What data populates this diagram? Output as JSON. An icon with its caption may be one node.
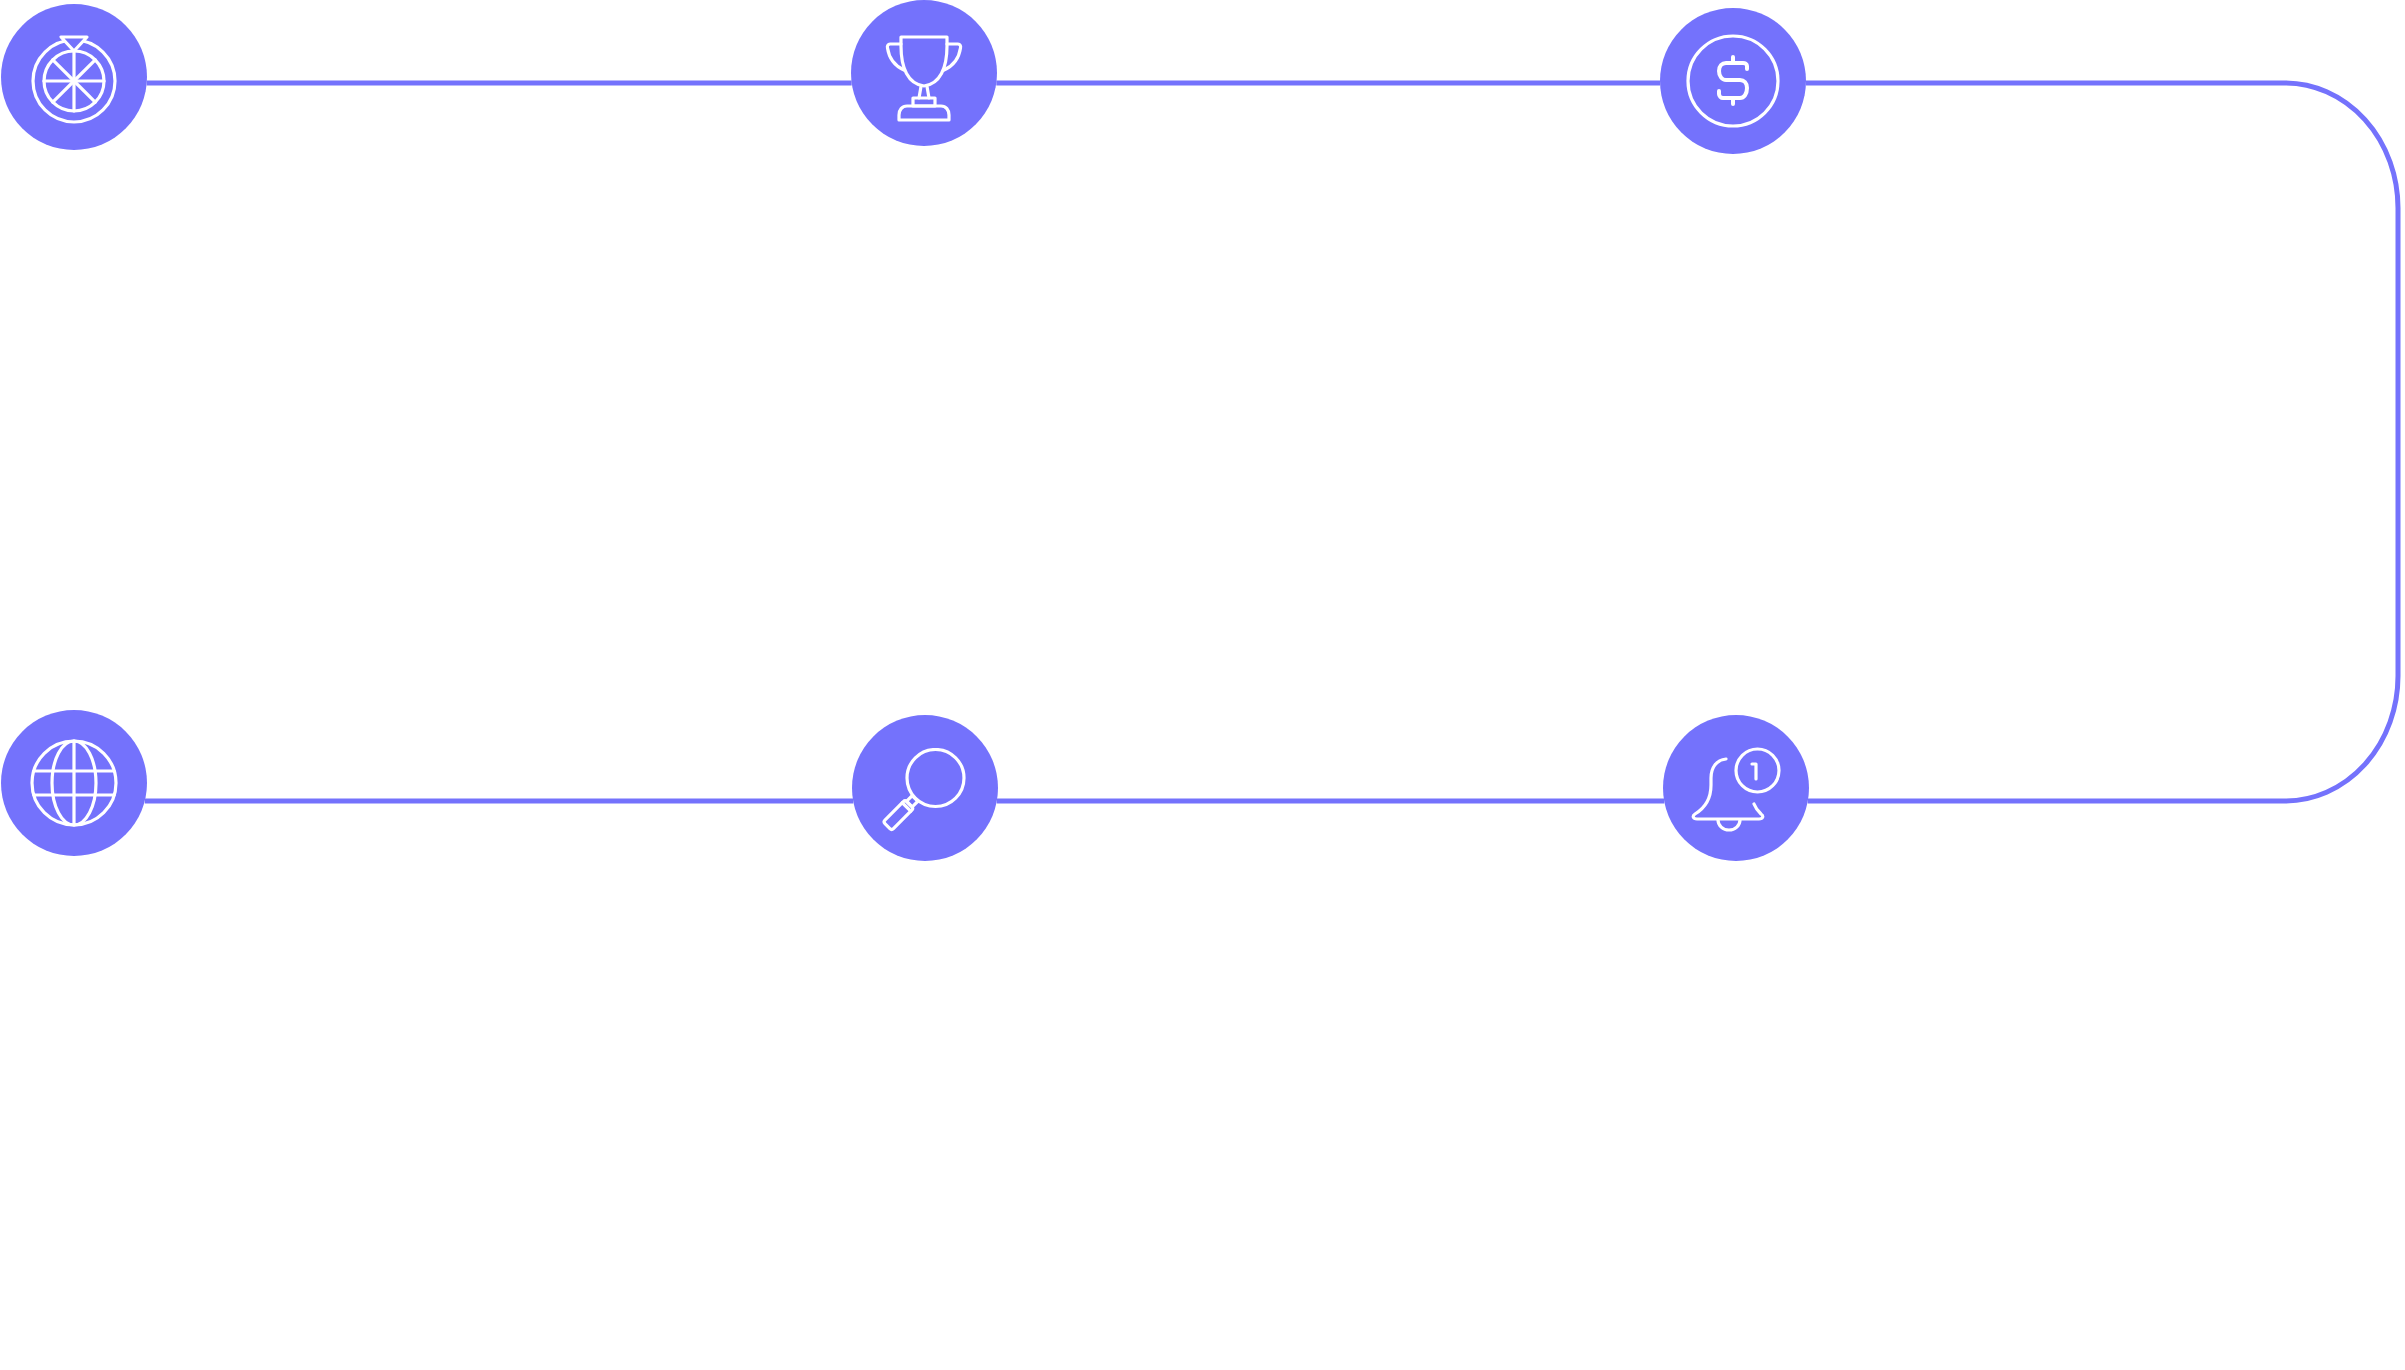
{
  "diagram": {
    "nodes": [
      {
        "text": [],
        "shape": "circle"
      },
      {
        "text": [],
        "shape": "circle"
      },
      {
        "text": [],
        "shape": "circle"
      },
      {
        "text": [],
        "shape": "circle"
      },
      {
        "text": [],
        "shape": "circle"
      },
      {
        "text": [],
        "shape": "circle"
      }
    ],
    "edges": [
      {
        "from": 0,
        "to": 1,
        "arrow": "none"
      },
      {
        "from": 1,
        "to": 2,
        "arrow": "none"
      },
      {
        "from": 2,
        "to": 5,
        "arrow": "none"
      },
      {
        "from": 5,
        "to": 4,
        "arrow": "none"
      },
      {
        "from": 4,
        "to": 3,
        "arrow": "none"
      }
    ]
  }
}
